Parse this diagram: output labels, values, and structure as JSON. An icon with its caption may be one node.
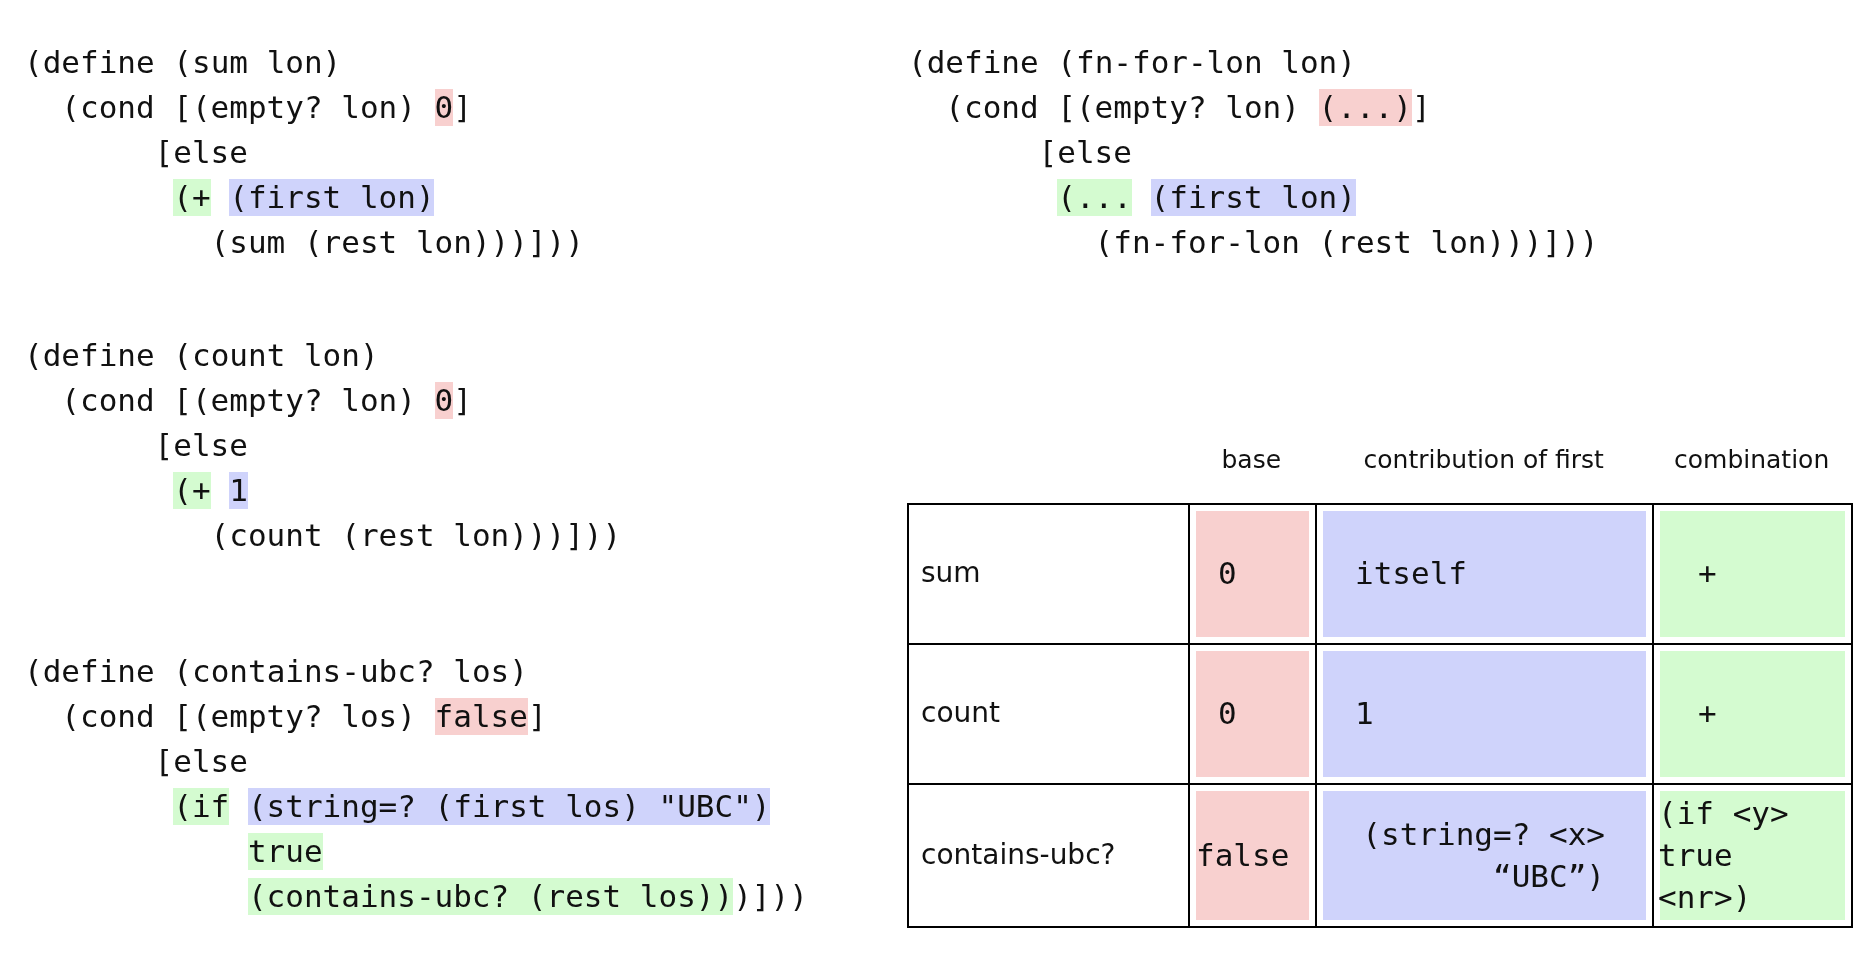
{
  "diagram": {
    "labels": [
      "(define (sum lon)",
      "(cond [(empty? lon) 0]",
      "[else",
      "(+ (first lon)",
      "(sum (rest lon)))]))",
      "(define (fn-for-lon lon)",
      "(cond [(empty? lon) (...)]",
      "[else",
      "(... (first lon)",
      "(fn-for-lon (rest lon)))]))",
      "(define (count lon)",
      "(cond [(empty? lon) 0]",
      "[else",
      "(+ 1",
      "(count (rest lon)))]))",
      "(define (contains-ubc? los)",
      "(cond [(empty? los) false]",
      "[else",
      "(if (string=? (first los) \"UBC\")",
      "true",
      "(contains-ubc? (rest los)))]))",
      "base",
      "contribution of first",
      "combination",
      "sum",
      "0",
      "itself",
      "+",
      "count",
      "0",
      "1",
      "+",
      "contains-ubc?",
      "false",
      "(string=? <x> “UBC”)",
      "(if <y> true <nr>)"
    ]
  }
}
